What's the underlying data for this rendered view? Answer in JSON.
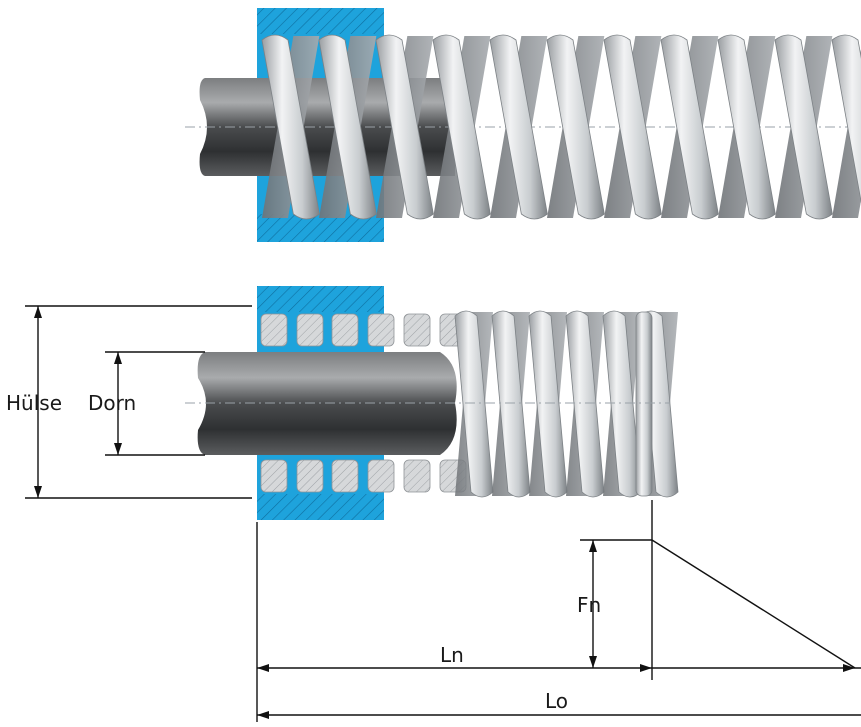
{
  "labels": {
    "sleeve": "Hülse",
    "mandrel": "Dorn",
    "force": "Fn",
    "compressed_length": "Ln",
    "free_length": "Lo"
  },
  "colors": {
    "sleeve_fill": "#1ea3dc",
    "sleeve_hatch": "#0e6fa0",
    "coil_light": "#eceeef",
    "coil_mid": "#c3c7ca",
    "coil_dark": "#8c9195",
    "mandrel_light": "#8d8f91",
    "mandrel_dark": "#2f3133",
    "section_fill": "#d4d6d8",
    "dimension_line": "#111111"
  }
}
